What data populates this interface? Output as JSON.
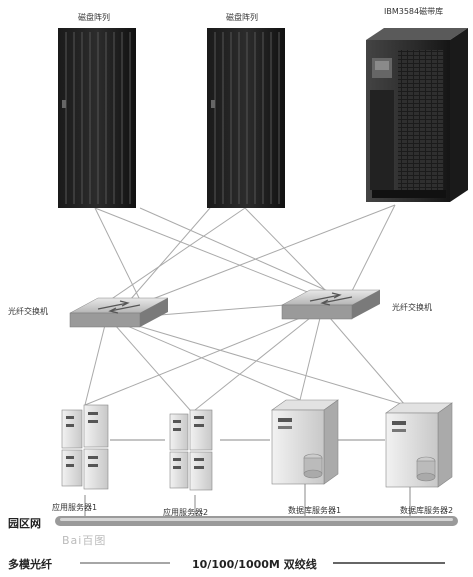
{
  "devices": {
    "disk_array_1": "磁盘阵列",
    "disk_array_2": "磁盘阵列",
    "tape_library": "IBM3584磁带库",
    "switch_left": "光纤交换机",
    "switch_right": "光纤交换机",
    "app_server_1": "应用服务器1",
    "app_server_2": "应用服务器2",
    "db_server_1": "数据库服务器1",
    "db_server_2": "数据库服务器2"
  },
  "network": {
    "campus_label": "园区网"
  },
  "legend": {
    "fiber_label": "多模光纤",
    "twisted_label": "10/100/1000M 双绞线"
  },
  "watermark": "Bai百图"
}
